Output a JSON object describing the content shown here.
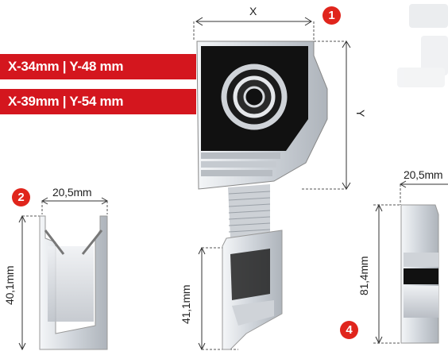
{
  "specs": {
    "variant_1": "X-34mm | Y-48 mm",
    "variant_2": "X-39mm | Y-54 mm"
  },
  "badges": {
    "one": "1",
    "two": "2",
    "four": "4"
  },
  "dimensions": {
    "box_x": "X",
    "box_y": "Y",
    "profile2_width": "20,5mm",
    "profile2_height": "40,1mm",
    "profile3_height": "41,1mm",
    "profile4_width": "20,5mm",
    "profile4_height": "81,4mm"
  },
  "colors": {
    "banner_red": "#d4161e",
    "badge_red": "#e0251c",
    "aluminium": "#d9dde2",
    "box_dark": "#111111"
  }
}
